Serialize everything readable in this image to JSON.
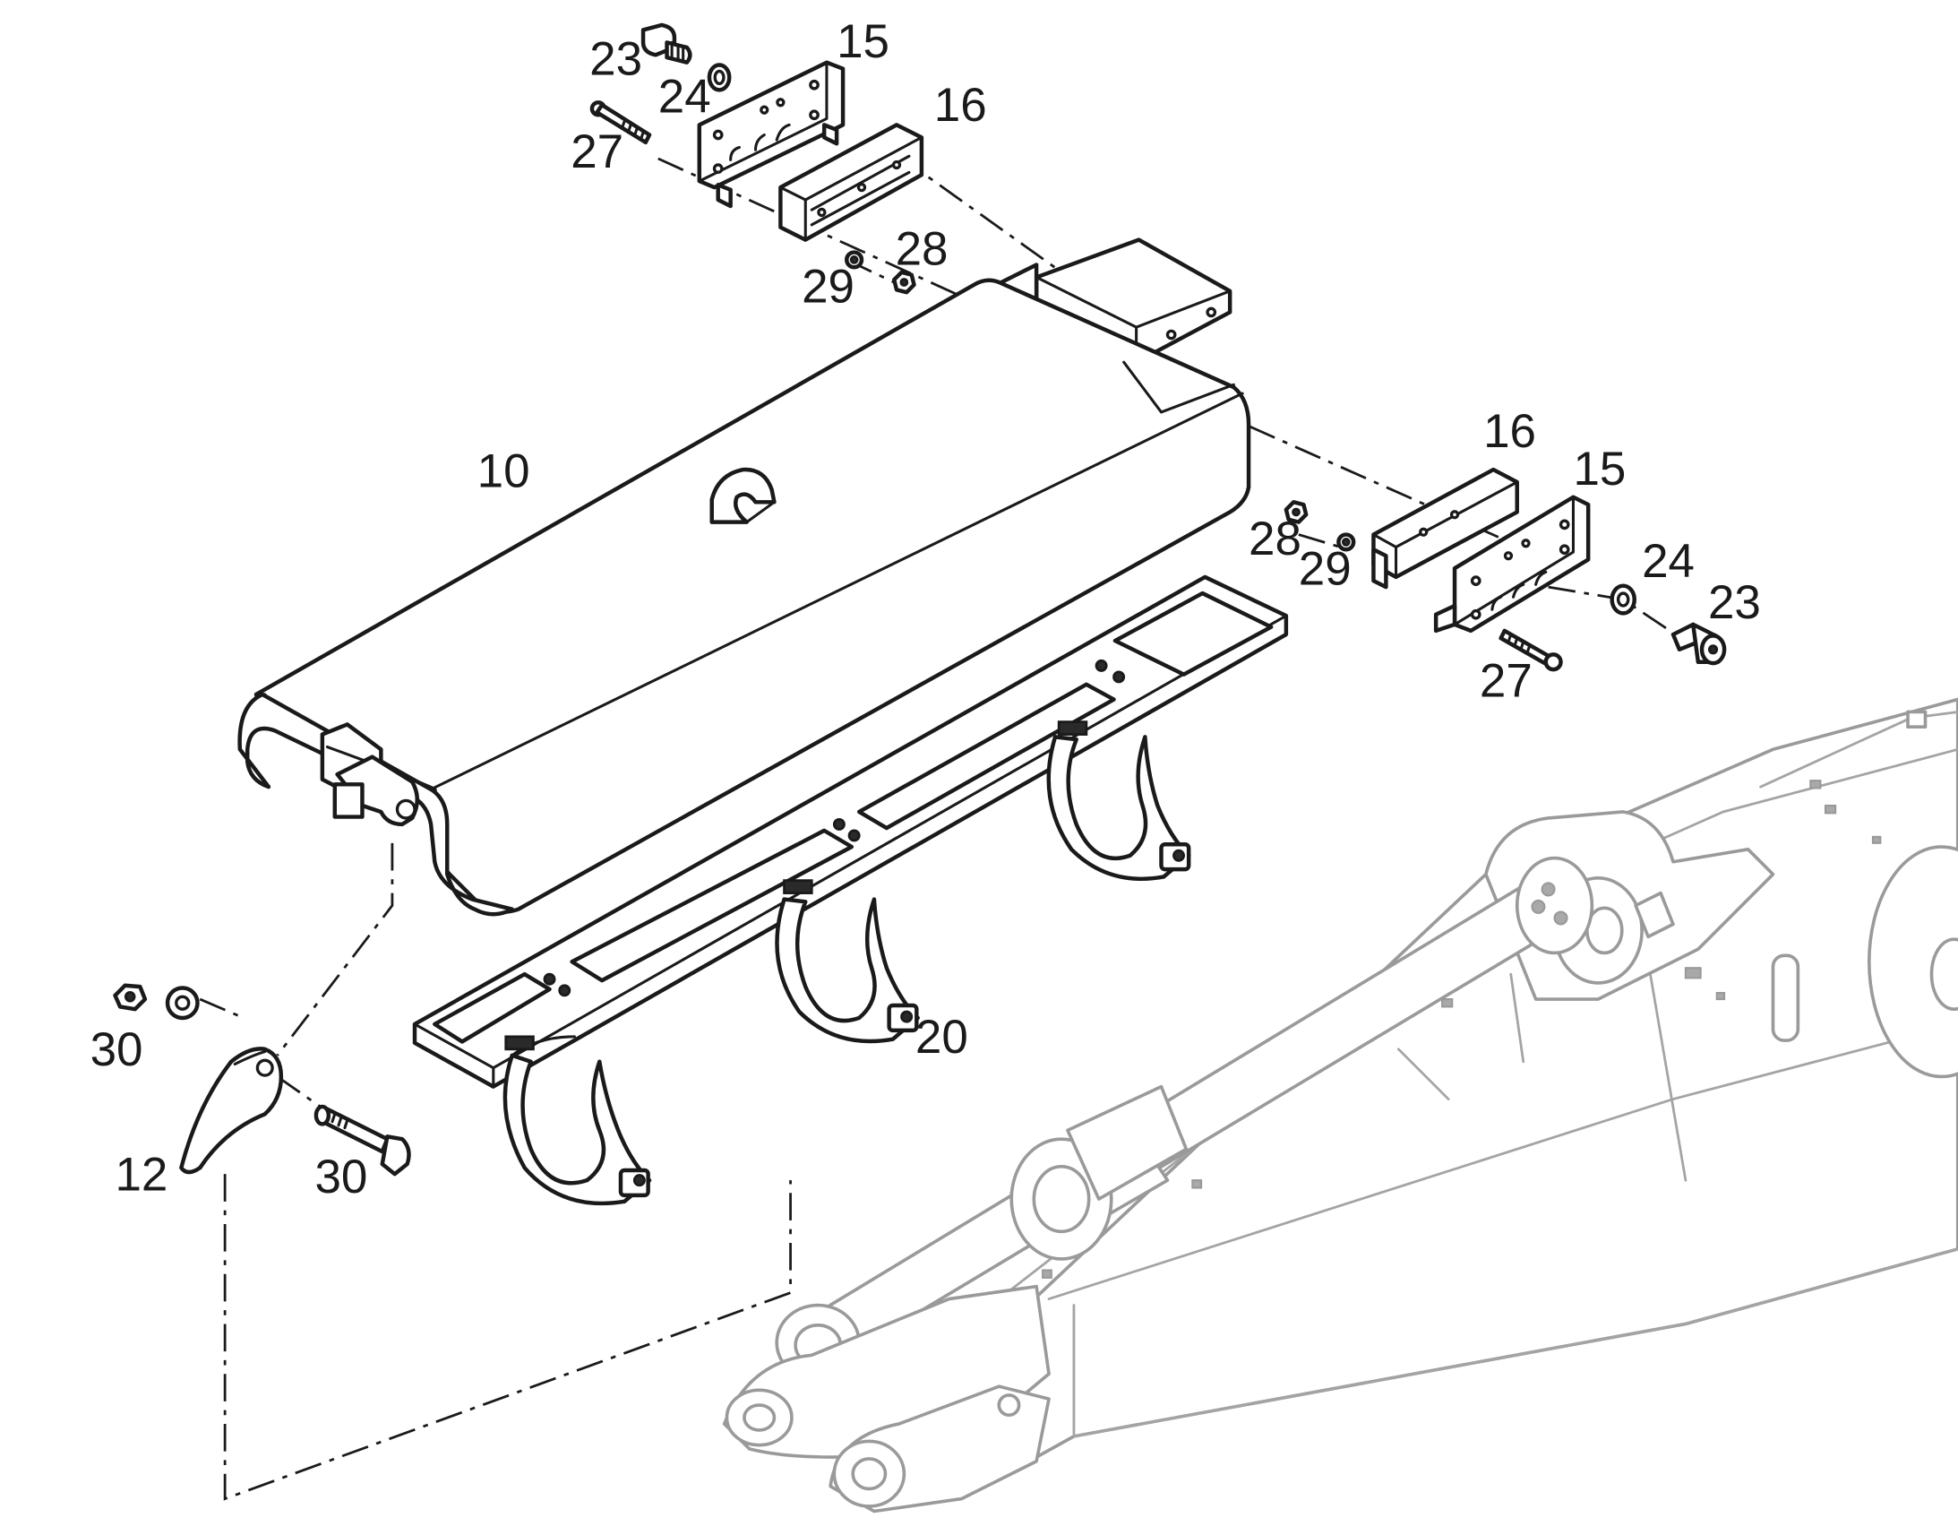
{
  "callouts": {
    "c10": "10",
    "c12": "12",
    "c15a": "15",
    "c15b": "15",
    "c16a": "16",
    "c16b": "16",
    "c20": "20",
    "c23a": "23",
    "c23b": "23",
    "c24a": "24",
    "c24b": "24",
    "c27a": "27",
    "c27b": "27",
    "c28a": "28",
    "c28b": "28",
    "c29a": "29",
    "c29b": "29",
    "c30a": "30",
    "c30b": "30"
  },
  "colors": {
    "line": "#1a1a1a",
    "ghost_line": "#9a9a9a",
    "background": "#ffffff"
  }
}
